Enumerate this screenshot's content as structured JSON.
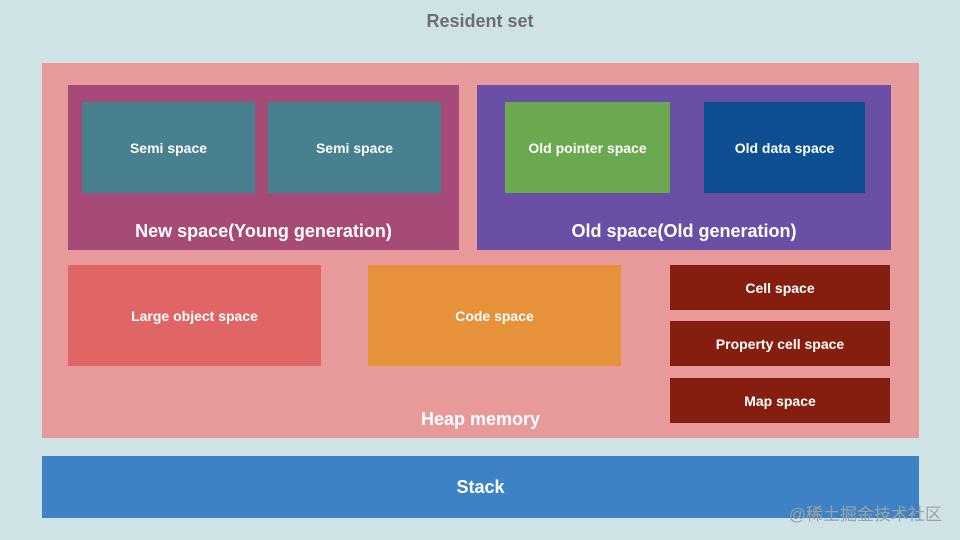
{
  "resident_set": {
    "label": "Resident set"
  },
  "heap": {
    "label": "Heap memory",
    "new_space": {
      "label": "New space(Young generation)",
      "semi_spaces": [
        "Semi space",
        "Semi space"
      ]
    },
    "old_space": {
      "label": "Old space(Old generation)",
      "pointer_space": "Old pointer space",
      "data_space": "Old data space"
    },
    "large_object_space": "Large object space",
    "code_space": "Code space",
    "cell_space": "Cell space",
    "property_cell_space": "Property cell space",
    "map_space": "Map space"
  },
  "stack": {
    "label": "Stack"
  },
  "watermark": "@稀土掘金技术社区",
  "colors": {
    "background": "#cfe2e6",
    "heap": "#e89a9a",
    "new_space": "#a64a78",
    "old_space": "#6a4fa6",
    "semi_space": "#48808f",
    "old_pointer_space": "#6aa94f",
    "old_data_space": "#0e4f92",
    "large_object_space": "#e06565",
    "code_space": "#e6923a",
    "cell_spaces": "#851e0e",
    "stack": "#3d82c4"
  }
}
